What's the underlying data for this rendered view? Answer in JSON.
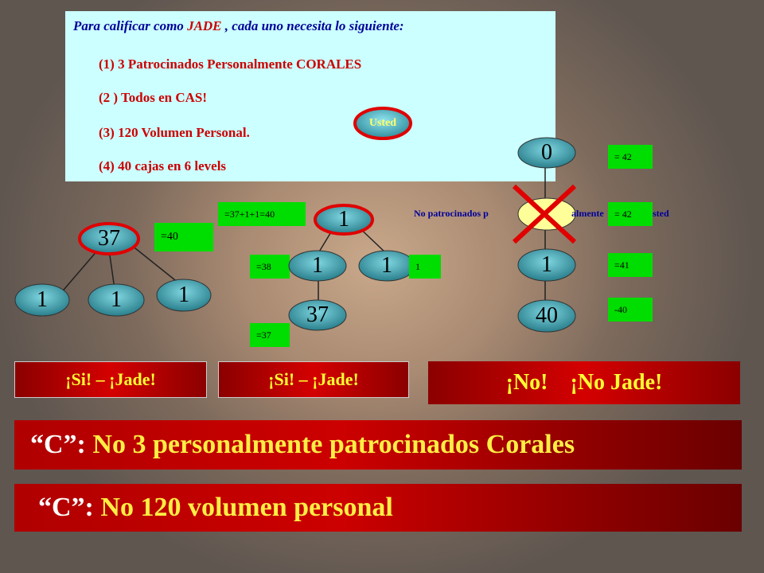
{
  "info": {
    "title_pre": "Para calificar como ",
    "title_jade": "JADE",
    "title_post": " , cada uno necesita lo siguiente:",
    "items": [
      "(1)  3 Patrocinados Personalmente CORALES",
      "(2 )  Todos en CAS!",
      "(3)  120 Volumen Personal.",
      "(4)  40 cajas en 6 levels"
    ],
    "usted": "Usted"
  },
  "tree1": {
    "root": "37",
    "children": [
      "1",
      "1",
      "1"
    ],
    "total": "=40"
  },
  "tree2": {
    "root": "1",
    "left": "1",
    "right": "1",
    "bottom": "37",
    "sum": "=37+1+1=40",
    "left_total": "=38",
    "right_total": "1",
    "bottom_total": "=37"
  },
  "tree3": {
    "top": "0",
    "mid": "",
    "node3": "1",
    "bottom": "40",
    "label": "No patrocinados personalmente por usted",
    "label_left": "No patrocinados p",
    "label_mid": "almente",
    "label_right": "sted",
    "totals": [
      "= 42",
      "= 42",
      "=41",
      "-40"
    ]
  },
  "results": {
    "si1": "¡Si! – ¡Jade!",
    "si2": "¡Si! – ¡Jade!",
    "no": "¡No!    ¡No Jade!"
  },
  "banners": {
    "b1_quote": "“C”: ",
    "b1_text": "No 3 personalmente patrocinados Corales",
    "b2_quote": "“C”: ",
    "b2_text": "No 120 volumen personal"
  },
  "colors": {
    "accent_red": "#cc0000",
    "node_teal": "#3a8f9a",
    "box_green": "#00dd00",
    "banner_yellow": "#ffee44"
  }
}
